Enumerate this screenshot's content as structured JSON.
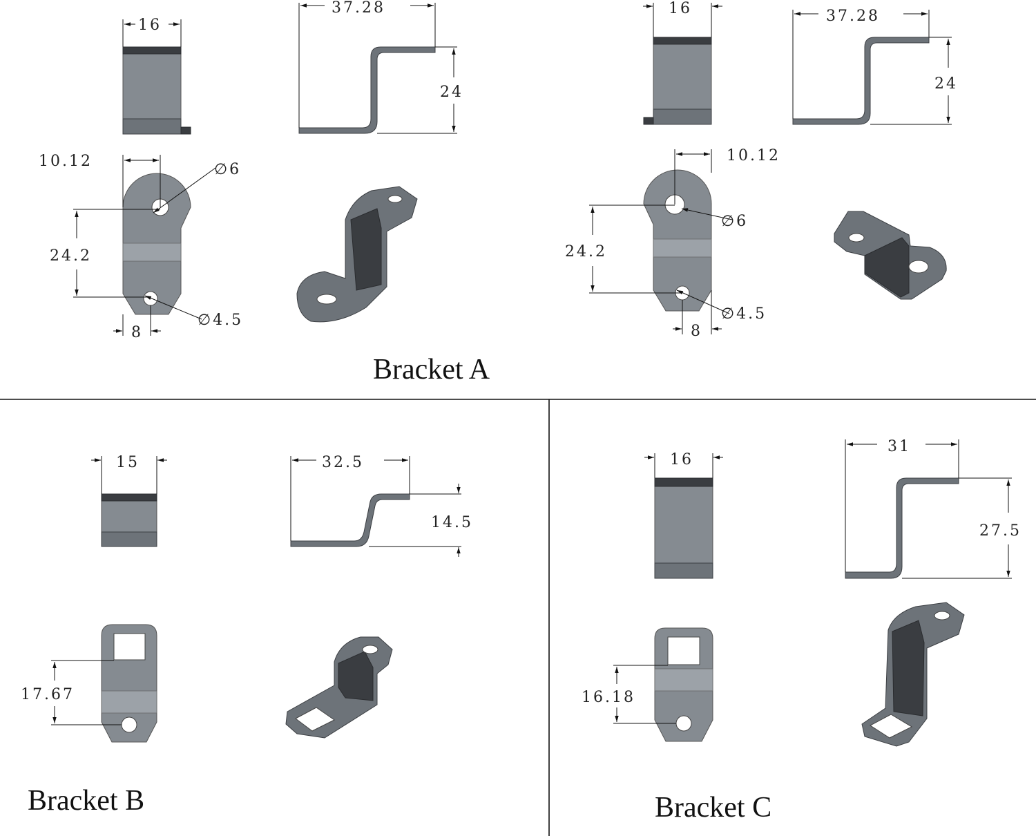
{
  "colors": {
    "steel": "#858b91",
    "steel_dark": "#3a3d41",
    "line": "#111111",
    "background": "#ffffff"
  },
  "panel_a": {
    "title": "Bracket A",
    "left": {
      "front_width": "16",
      "side_length": "37.28",
      "side_height": "24",
      "hole_offset": "10.12",
      "large_hole_dia": "6",
      "hole_spacing": "24.2",
      "small_hole_dia": "4.5",
      "tail_width": "8"
    },
    "right": {
      "front_width": "16",
      "side_length": "37.28",
      "side_height": "24",
      "hole_offset": "10.12",
      "large_hole_dia": "6",
      "hole_spacing": "24.2",
      "small_hole_dia": "4.5",
      "tail_width": "8"
    }
  },
  "panel_b": {
    "title": "Bracket B",
    "front_width": "15",
    "side_length": "32.5",
    "side_height": "14.5",
    "hole_spacing": "17.67"
  },
  "panel_c": {
    "title": "Bracket C",
    "front_width": "16",
    "side_length": "31",
    "side_height": "27.5",
    "hole_spacing": "16.18"
  }
}
